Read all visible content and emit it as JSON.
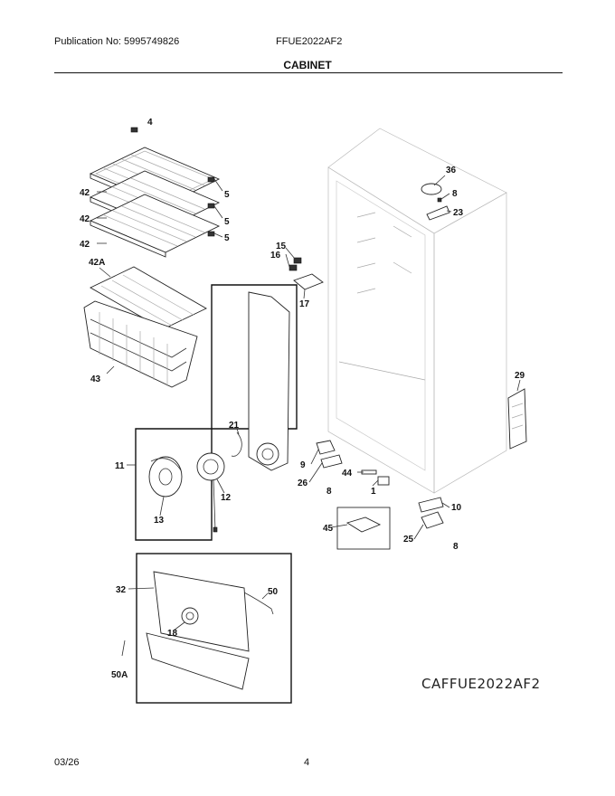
{
  "header": {
    "publication": "Publication No: 5995749826",
    "model": "FFUE2022AF2",
    "section_title": "CABINET"
  },
  "footer": {
    "date": "03/26",
    "page": "4"
  },
  "drawing_id": "CAFFUE2022AF2",
  "callouts": {
    "c4": "4",
    "c42a": "42",
    "c42b": "42",
    "c42c": "42",
    "c5a": "5",
    "c5b": "5",
    "c5c": "5",
    "c42A": "42A",
    "c43": "43",
    "c15": "15",
    "c16": "16",
    "c17": "17",
    "c36": "36",
    "c8a": "8",
    "c23": "23",
    "c29": "29",
    "c21": "21",
    "c11": "11",
    "c12": "12",
    "c13": "13",
    "c9": "9",
    "c26": "26",
    "c8b": "8",
    "c44": "44",
    "c1": "1",
    "c45": "45",
    "c10": "10",
    "c25": "25",
    "c8c": "8",
    "c32": "32",
    "c50": "50",
    "c18": "18",
    "c50A": "50A"
  }
}
